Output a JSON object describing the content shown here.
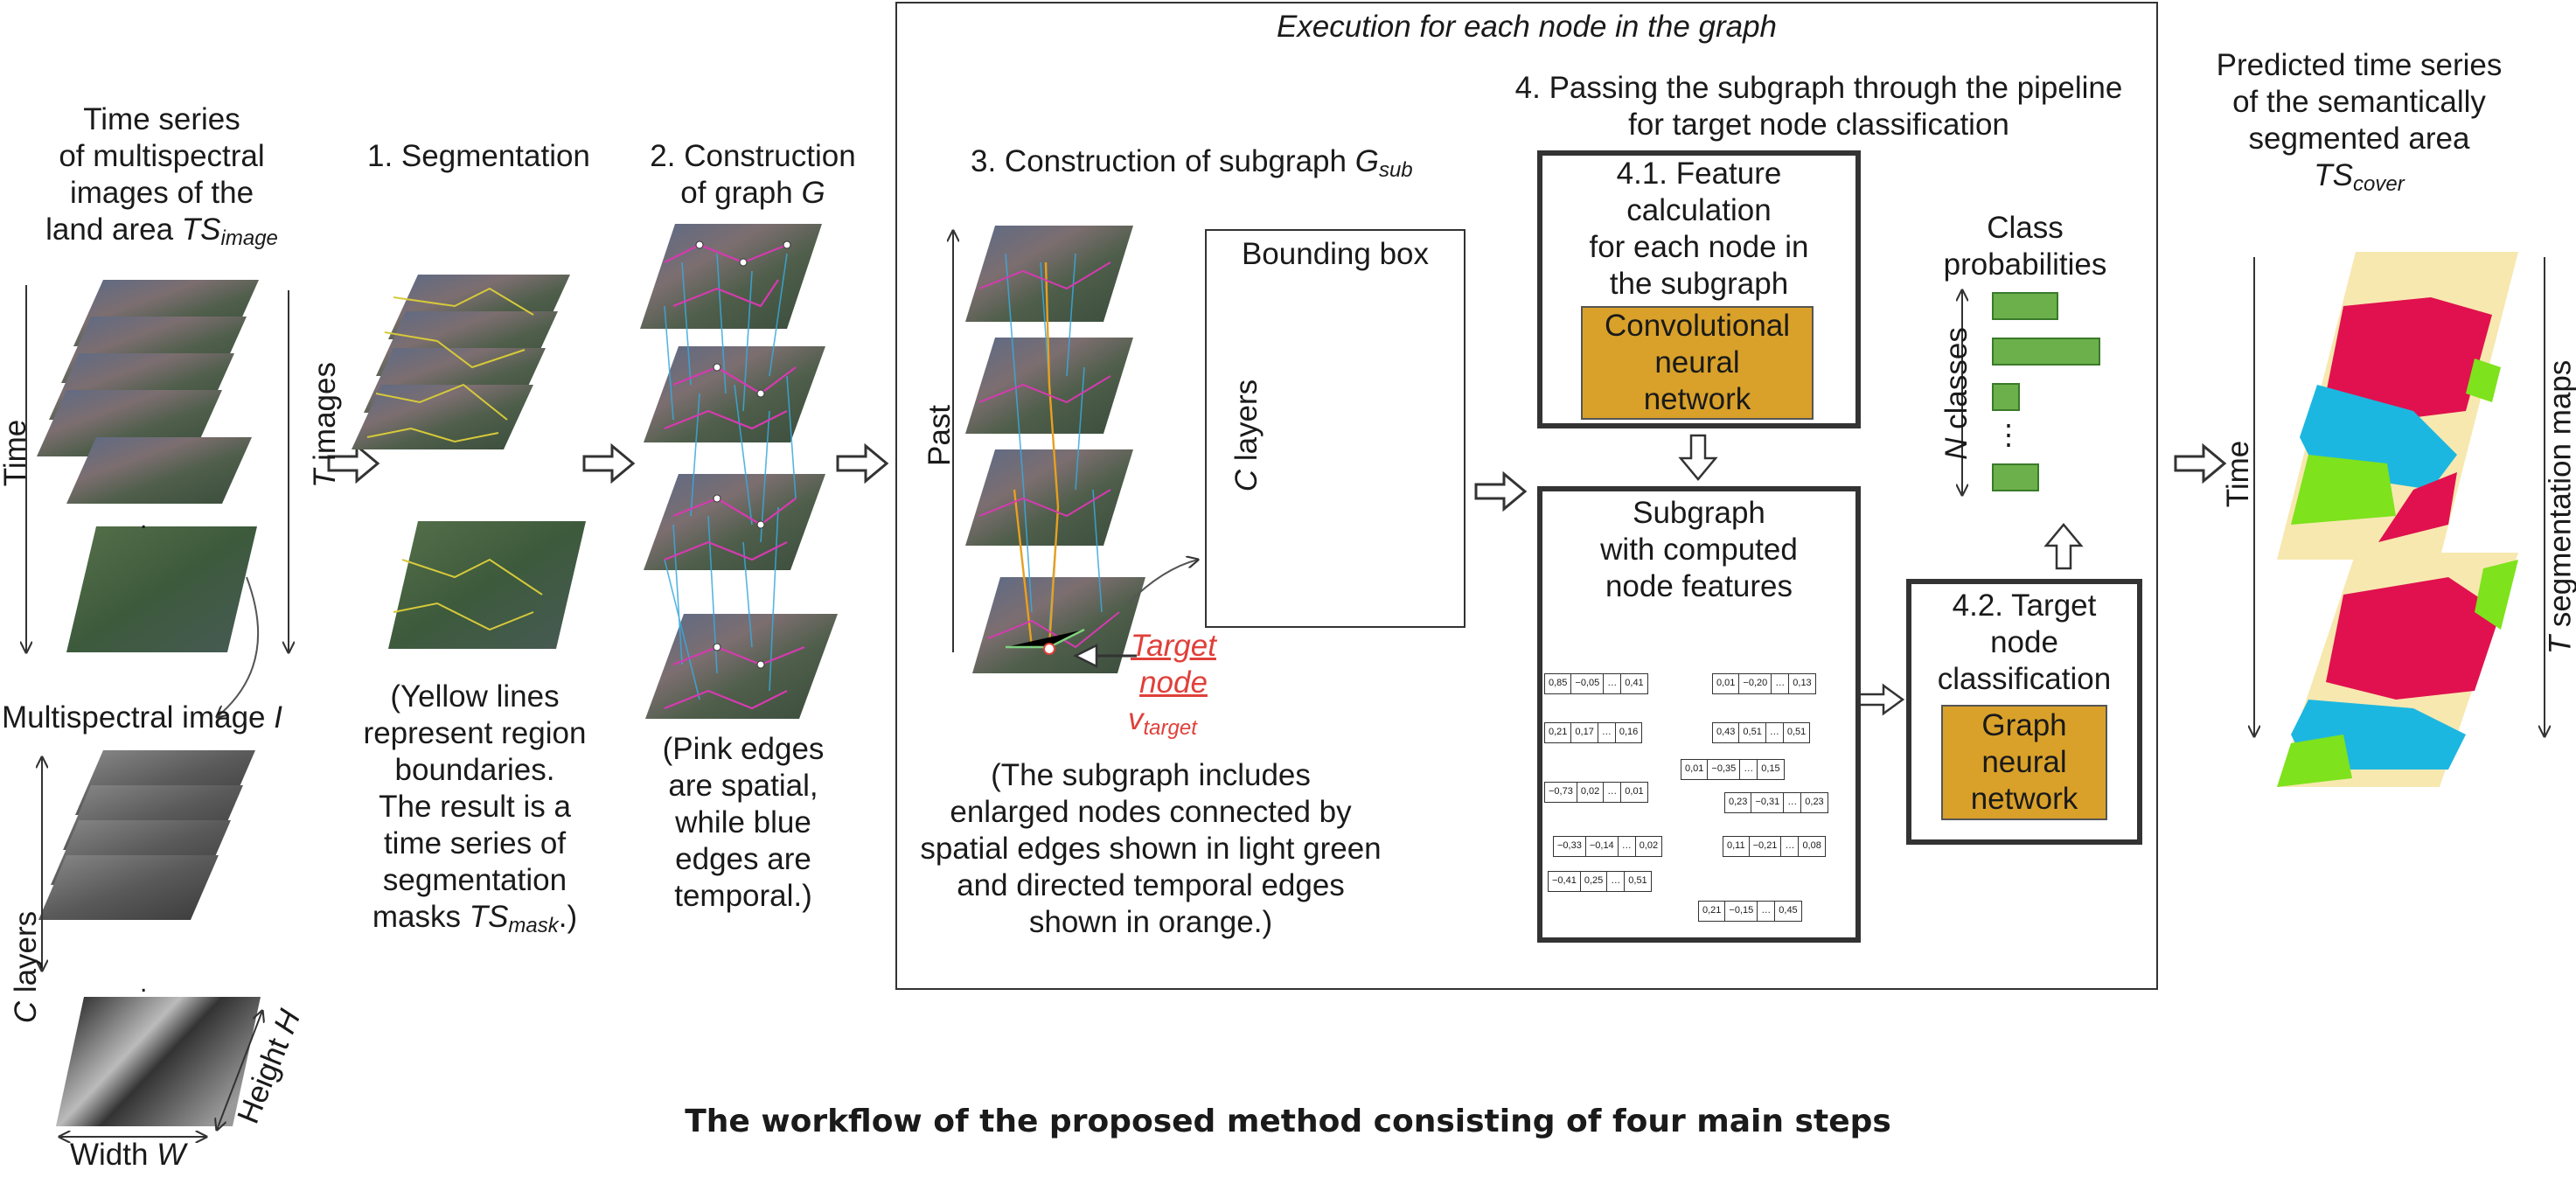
{
  "caption": "The workflow of the proposed method consisting of four main steps",
  "input": {
    "title_lines": [
      "Time series",
      "of multispectral",
      "images of the"
    ],
    "title_last": "land area ",
    "title_var": "TS",
    "title_sub": "image",
    "time_label": "Time",
    "t_images_var": "T",
    "t_images_label": " images",
    "ms_label": "Multispectral image ",
    "ms_var": "I",
    "c_layers_var": "C",
    "c_layers_label": " layers",
    "height_label": "Height ",
    "height_var": "H",
    "width_label": "Width ",
    "width_var": "W",
    "dot": "."
  },
  "step1": {
    "title": "1. Segmentation",
    "note_lines": [
      "(Yellow lines",
      "represent region",
      "boundaries.",
      "The result is a",
      "time series of",
      "segmentation"
    ],
    "note_last": "masks ",
    "note_var": "TS",
    "note_sub": "mask",
    "note_end": ".)"
  },
  "step2": {
    "title_line1": "2. Construction",
    "title_line2": "of graph ",
    "title_var": "G",
    "note_lines": [
      "(Pink edges",
      "are spatial,",
      "while blue",
      "edges are",
      "temporal.)"
    ]
  },
  "exec": {
    "title": "Execution for each node in the graph",
    "step3_title": "3. Construction of subgraph ",
    "step3_var": "G",
    "step3_sub": "sub",
    "past_label": "Past",
    "bbox_title": "Bounding box",
    "bbox_c_var": "C",
    "bbox_c_label": " layers",
    "target_line1": "Target",
    "target_line2": "node",
    "target_var": "v",
    "target_sub": "target",
    "step3_note": [
      "(The subgraph includes",
      "enlarged nodes connected by",
      "spatial edges shown in light green",
      "and directed temporal edges",
      "shown in orange.)"
    ],
    "step4_title": [
      "4. Passing the subgraph through the pipeline",
      "for target node classification"
    ],
    "feat_title": [
      "4.1. Feature",
      "calculation",
      "for each node in",
      "the subgraph"
    ],
    "cnn_label": [
      "Convolutional",
      "neural",
      "network"
    ],
    "subgraph_title": [
      "Subgraph",
      "with computed",
      "node features"
    ],
    "class_title": [
      "Class",
      "probabilities"
    ],
    "n_classes_var": "N",
    "n_classes_label": " classes",
    "class_values": [
      0.38,
      0.62,
      0.16,
      0.27
    ],
    "class_ellipsis": "⋮",
    "gnn_title": [
      "4.2. Target",
      "node",
      "classification"
    ],
    "gnn_label": [
      "Graph",
      "neural",
      "network"
    ],
    "vectors": [
      [
        "0,85",
        "−0,05",
        "…",
        "0,41"
      ],
      [
        "0,01",
        "−0,20",
        "…",
        "0,13"
      ],
      [
        "0,21",
        "0,17",
        "…",
        "0,16"
      ],
      [
        "0,43",
        "0,51",
        "…",
        "0,51"
      ],
      [
        "0,01",
        "−0,35",
        "…",
        "0,15"
      ],
      [
        "−0,73",
        "0,02",
        "…",
        "0,01"
      ],
      [
        "0,23",
        "−0,31",
        "…",
        "0,23"
      ],
      [
        "−0,33",
        "−0,14",
        "…",
        "0,02"
      ],
      [
        "0,11",
        "−0,21",
        "…",
        "0,08"
      ],
      [
        "−0,41",
        "0,25",
        "…",
        "0,51"
      ],
      [
        "0,21",
        "−0,15",
        "…",
        "0,45"
      ]
    ]
  },
  "output": {
    "title_lines": [
      "Predicted time series",
      "of the semantically",
      "segmented area"
    ],
    "title_var": "TS",
    "title_sub": "cover",
    "time_label": "Time",
    "seg_var": "T",
    "seg_label": " segmentation maps"
  },
  "colors": {
    "pink_edge": "#d63ab0",
    "blue_edge": "#3aa9dc",
    "orange_edge": "#e8a020",
    "green_edge": "#7fd07f",
    "target_red": "#e0403a",
    "class_red": "#e0114e",
    "class_beige": "#f7e8b0",
    "class_cyan": "#1cb7e0",
    "class_green": "#7ee21c",
    "cnn_box": "#d9a12a",
    "prob_bar": "#6bb04a"
  }
}
